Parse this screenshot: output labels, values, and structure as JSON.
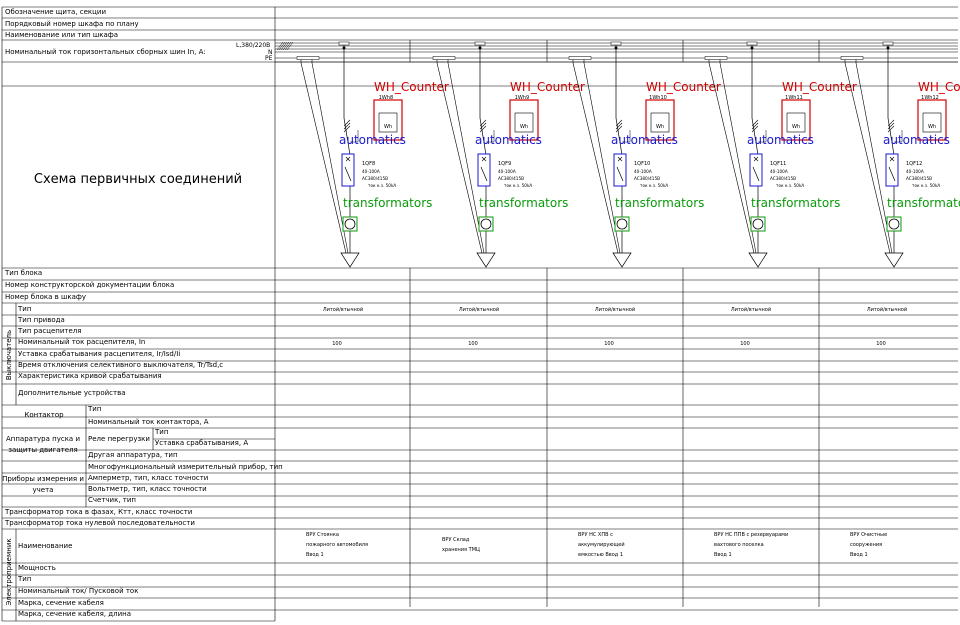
{
  "header_rows": [
    "Обозначение щита, секции",
    "Порядковый номер шкафа по плану",
    "Наименование или тип шкафа",
    "Номинальный ток горизонтальных сборных шин In, A:"
  ],
  "bus_labels": {
    "main": "L,380/220B",
    "n": "N",
    "pe": "PE"
  },
  "scheme_title": "Схема первичных соединений",
  "overlay_labels": {
    "counter": "WH_Counter",
    "automatics": "automatics",
    "transformators": "transformators"
  },
  "meter_symbol": "Wh",
  "feeders": [
    {
      "meter": "1Wh8",
      "breaker": "1QF8",
      "rating": "40-100A",
      "spec": "AC380/415B",
      "icu": "ток к.з. 50kA",
      "type": "Литой/втычной",
      "current": "100",
      "consumer": [
        "ВРУ Стоянка",
        "пожарного автомобиля",
        "Ввод 1"
      ]
    },
    {
      "meter": "1Wh9",
      "breaker": "1QF9",
      "rating": "40-100A",
      "spec": "AC380/415B",
      "icu": "ток к.з. 50kA",
      "type": "Литой/втычной",
      "current": "100",
      "consumer": [
        "ВРУ Склад",
        "хранения ТМЦ"
      ]
    },
    {
      "meter": "1Wh10",
      "breaker": "1QF10",
      "rating": "40-100A",
      "spec": "AC380/415B",
      "icu": "ток к.з. 50kA",
      "type": "Литой/втычной",
      "current": "100",
      "consumer": [
        "ВРУ НС ХПВ с",
        "аккумулирующей",
        "емкостью Ввод 1"
      ]
    },
    {
      "meter": "1Wh11",
      "breaker": "1QF11",
      "rating": "40-100A",
      "spec": "AC380/415B",
      "icu": "ток к.з. 50kA",
      "type": "Литой/втычной",
      "current": "100",
      "consumer": [
        "ВРУ НС ППВ с резервуарами",
        "вахтового поселка",
        "Ввод 1"
      ]
    },
    {
      "meter": "1Wh12",
      "breaker": "1QF12",
      "rating": "40-100A",
      "spec": "AC380/415B",
      "icu": "ток к.з. 50kA",
      "type": "Литой/втычной",
      "current": "100",
      "consumer": [
        "ВРУ Очистные",
        "сооружения",
        "Ввод 1"
      ]
    }
  ],
  "block_rows": [
    "Тип блока",
    "Номер конструкторской документации блока",
    "Номер блока в шкафу"
  ],
  "breaker_group": "Выключатель",
  "breaker_rows": [
    "Тип",
    "Тип привода",
    "Тип расцепителя",
    "Номинальный ток расцепителя, In",
    "Уставка срабатывания расцепителя, Ir/Isd/Ii",
    "Время отключения селективного выключателя, Tr/Tsd,c",
    "Характеристика кривой срабатывания",
    "Дополнительные устройства"
  ],
  "contactor": {
    "group": "Контактор",
    "rows": [
      "Тип",
      "Номинальный ток контактора, А"
    ]
  },
  "motor": {
    "group": [
      "Аппаратура пуска и",
      "защиты двигателя"
    ],
    "relay": "Реле перегрузки",
    "relay_rows": [
      "Тип",
      "Уставка срабатывания, А"
    ],
    "other": "Другая аппаратура, тип"
  },
  "meters": {
    "group": [
      "Приборы измерения и",
      "учета"
    ],
    "rows": [
      "Многофункциональный измерительный прибор, тип",
      "Амперметр, тип, класс точности",
      "Вольтметр, тип, класс точности",
      "Счетчик, тип"
    ]
  },
  "ct_rows": [
    "Трансформатор тока в фазах, Ктт, класс точности",
    "Трансформатор тока нулевой последовательности"
  ],
  "consumer_group": "Электроприемник",
  "consumer_rows": [
    "Наименование",
    "Мощность",
    "Тип",
    "Номинальный ток/ Пусковой ток",
    "Марка, сечение кабеля",
    "Марка, сечение кабеля, длина"
  ]
}
